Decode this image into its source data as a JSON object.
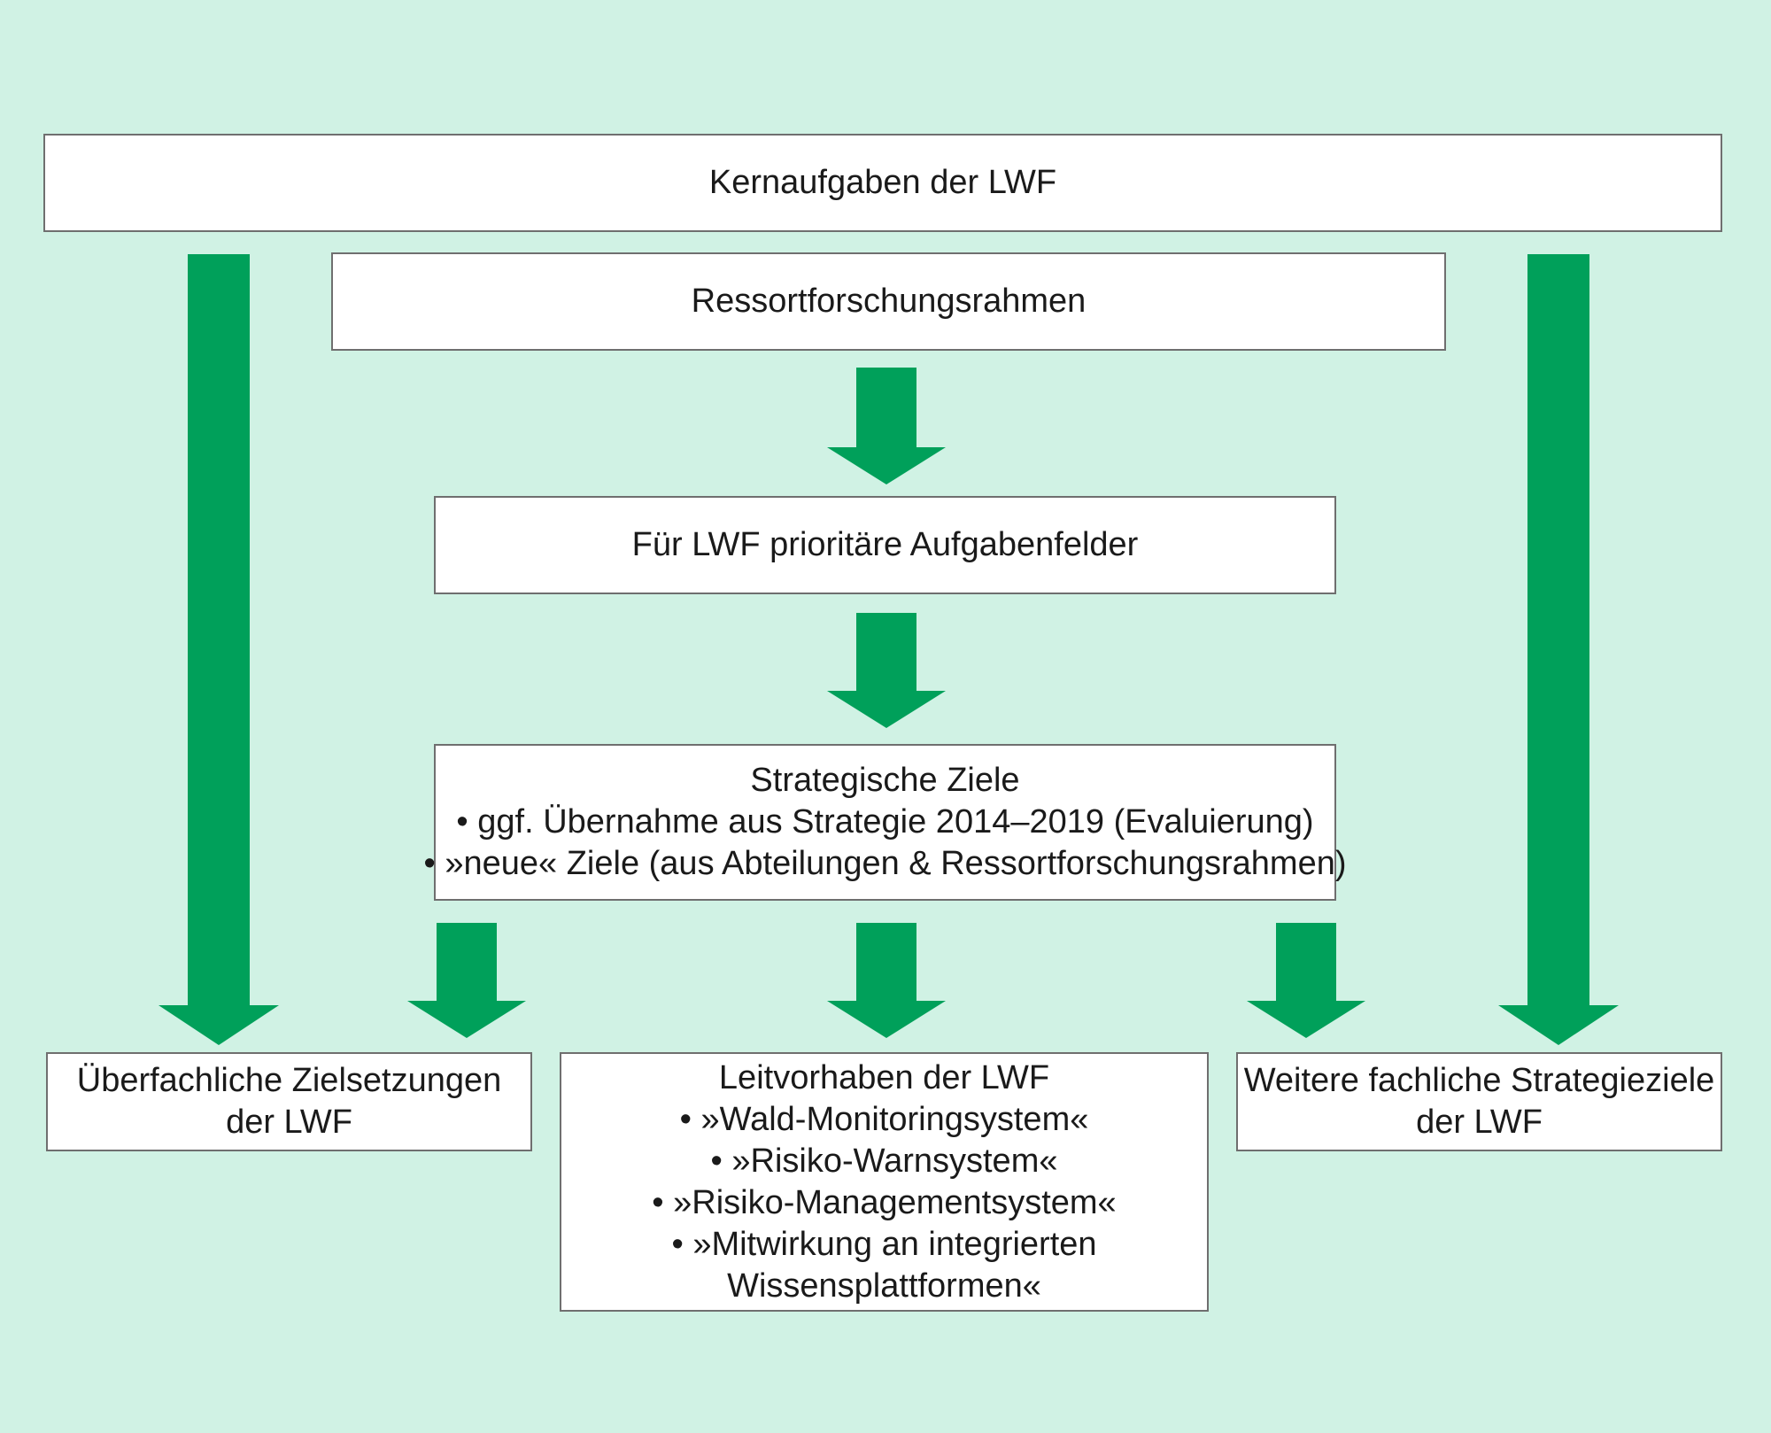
{
  "diagram": {
    "nodes": {
      "kernaufgaben": {
        "lines": [
          "Kernaufgaben der LWF"
        ]
      },
      "ressort": {
        "lines": [
          "Ressortforschungsrahmen"
        ]
      },
      "prioritaer": {
        "lines": [
          "Für LWF prioritäre Aufgabenfelder"
        ]
      },
      "strategisch": {
        "lines": [
          "Strategische Ziele",
          "• ggf. Übernahme aus Strategie 2014–2019 (Evaluierung)",
          "• »neue« Ziele (aus Abteilungen & Ressortforschungsrahmen)"
        ]
      },
      "ueberfachlich": {
        "lines": [
          "Überfachliche Zielsetzungen",
          "der LWF"
        ]
      },
      "leitvorhaben": {
        "lines": [
          "Leitvorhaben der LWF",
          "• »Wald-Monitoringsystem«",
          "• »Risiko-Warnsystem«",
          "• »Risiko-Managementsystem«",
          "• »Mitwirkung an integrierten",
          "Wissensplattformen«"
        ]
      },
      "weitere": {
        "lines": [
          "Weitere fachliche Strategieziele",
          "der LWF"
        ]
      }
    },
    "edges": [
      {
        "from": "kernaufgaben",
        "to": "ueberfachlich"
      },
      {
        "from": "kernaufgaben",
        "to": "weitere"
      },
      {
        "from": "ressort",
        "to": "prioritaer"
      },
      {
        "from": "prioritaer",
        "to": "strategisch"
      },
      {
        "from": "strategisch",
        "to": "ueberfachlich"
      },
      {
        "from": "strategisch",
        "to": "leitvorhaben"
      },
      {
        "from": "strategisch",
        "to": "weitere"
      }
    ],
    "colors": {
      "background": "#d0f2e4",
      "arrow": "#00a05a",
      "box_fill": "#ffffff",
      "box_border": "#6f6f6f"
    }
  }
}
